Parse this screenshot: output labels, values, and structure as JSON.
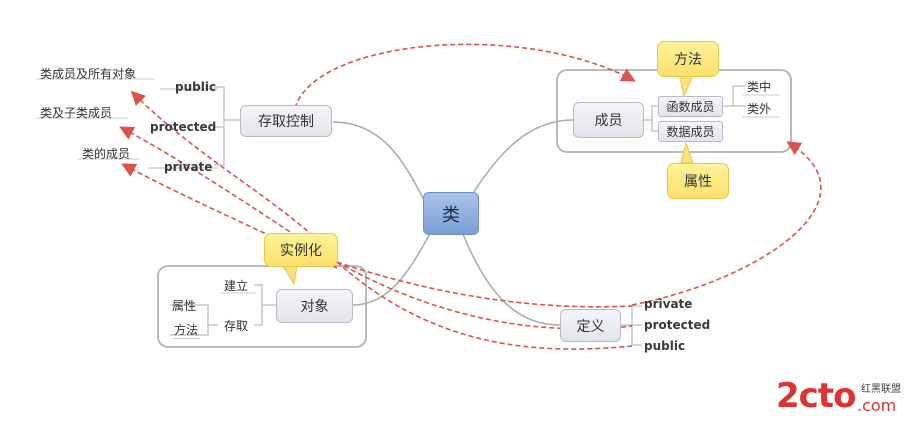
{
  "center": "类",
  "access": {
    "title": "存取控制",
    "keywords": [
      "public",
      "protected",
      "private"
    ],
    "descriptions": [
      "类成员及所有对象",
      "类及子类成员",
      "类的成员"
    ]
  },
  "members": {
    "title": "成员",
    "callout_top": "方法",
    "callout_bottom": "属性",
    "function_member": "函数成员",
    "data_member": "数据成员",
    "inside": "类中",
    "outside": "类外"
  },
  "object": {
    "title": "对象",
    "callout": "实例化",
    "create": "建立",
    "access": "存取",
    "attribute": "属性",
    "method": "方法"
  },
  "definition": {
    "title": "定义",
    "keywords": [
      "private",
      "protected",
      "public"
    ]
  },
  "watermark": {
    "logo": "2cto",
    "domain": ".com",
    "label": "红黑联盟"
  },
  "colors": {
    "arrow": "#d9534f",
    "branch": "#aaaaaa",
    "center": "#86a5da",
    "callout": "#fbe37a"
  }
}
